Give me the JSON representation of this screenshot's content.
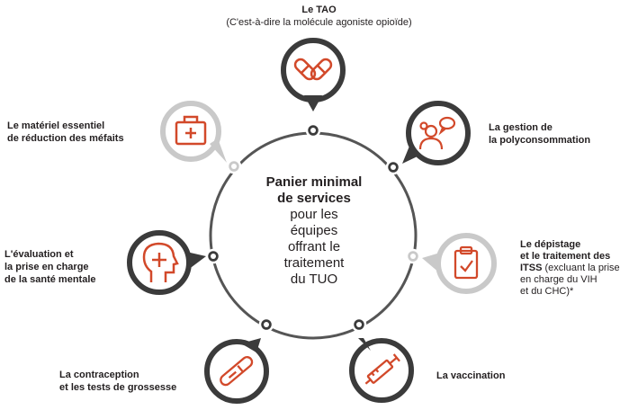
{
  "title_bold": "Le TAO",
  "title_sub": "(C'est-à-dire la molécule agoniste opioïde)",
  "center": {
    "line1": "Panier minimal",
    "line2": "de services",
    "line3": "pour les",
    "line4": "équipes",
    "line5": "offrant le",
    "line6": "traitement",
    "line7": "du TUO"
  },
  "items": {
    "materiel": {
      "line1": "Le matériel essentiel",
      "line2": "de réduction des méfaits"
    },
    "polyconso": {
      "line1": "La gestion de",
      "line2": "la polyconsommation"
    },
    "sante_mentale": {
      "line1": "L'évaluation et",
      "line2": "la prise en charge",
      "line3": "de la santé mentale"
    },
    "itss": {
      "line1": "Le dépistage",
      "line2": "et le traitement des",
      "line3_bold": "ITSS",
      "line3_rest": " (excluant la prise",
      "line4": "en charge du VIH",
      "line5": "et du CHC)*"
    },
    "contraception": {
      "line1": "La contraception",
      "line2": "et les tests de grossesse"
    },
    "vaccination": {
      "line1": "La vaccination"
    }
  },
  "colors": {
    "accent": "#d2492a",
    "dark": "#3b3b3b",
    "light": "#c9c9c9",
    "ring": "#555555"
  }
}
